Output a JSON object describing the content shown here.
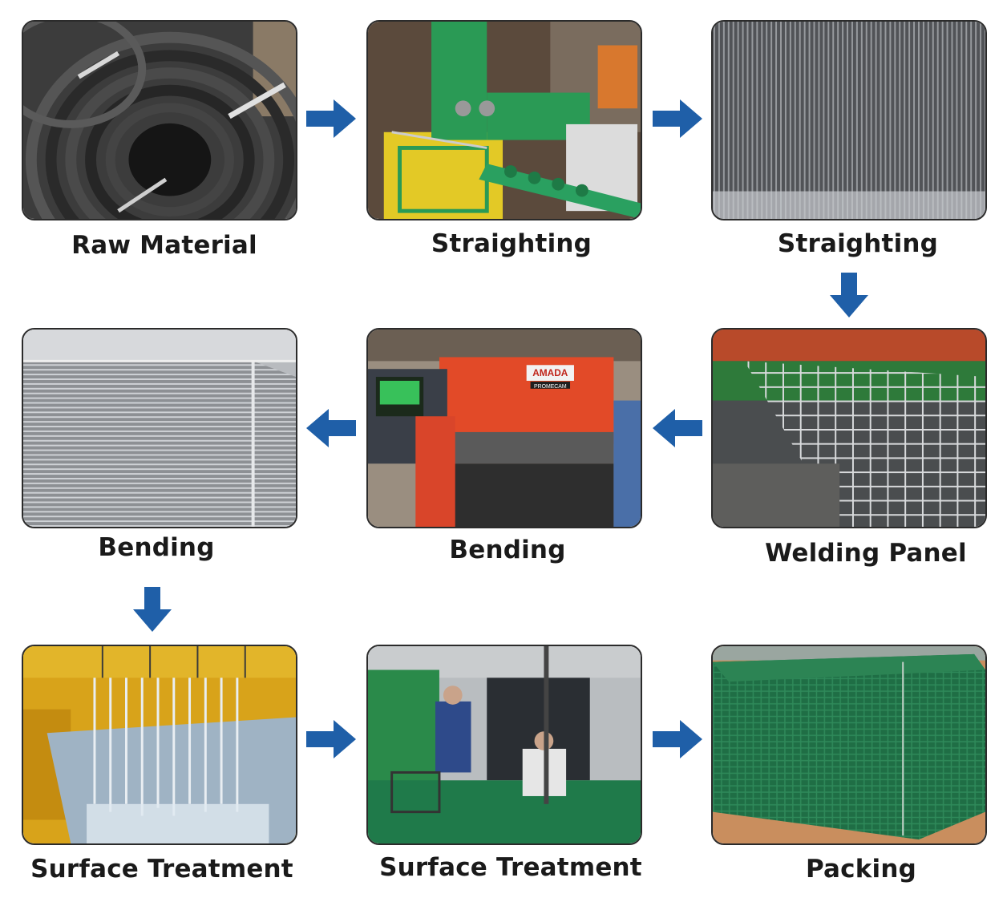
{
  "steps": [
    {
      "label": "Raw Material",
      "photo": "wire-coil-photo"
    },
    {
      "label": "Straighting",
      "photo": "straightening-machine-photo"
    },
    {
      "label": "Straighting",
      "photo": "straight-wires-photo"
    },
    {
      "label": "Welding Panel",
      "photo": "welding-panel-photo"
    },
    {
      "label": "Bending",
      "photo": "bending-machine-photo"
    },
    {
      "label": "Bending",
      "photo": "bent-panels-photo"
    },
    {
      "label": "Surface Treatment",
      "photo": "dipping-tank-photo"
    },
    {
      "label": "Surface Treatment",
      "photo": "powder-coating-photo"
    },
    {
      "label": "Packing",
      "photo": "packed-panels-photo"
    }
  ],
  "machine_text": {
    "brand": "AMADA",
    "model": "PROMECAM"
  },
  "colors": {
    "arrow": "#1f5fa8",
    "label": "#1a1a1a",
    "coating_green": "#1f6e45"
  }
}
